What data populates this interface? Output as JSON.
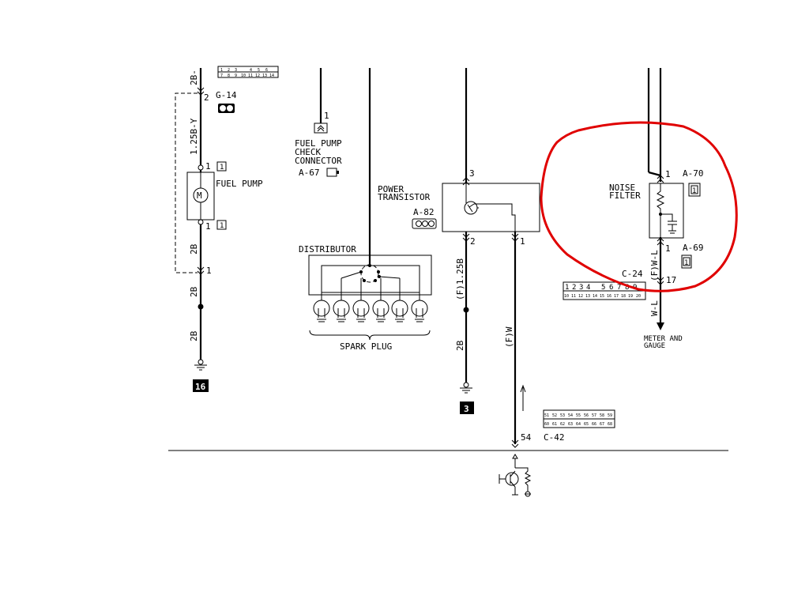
{
  "ground_left": {
    "code": "16"
  },
  "ground_mid": {
    "code": "3"
  },
  "left_circuit": {
    "wire_top": "2B-",
    "wire_upper": "1.25B-Y",
    "wire_mid": "2B",
    "wire_low1": "2B",
    "wire_low2": "2B",
    "pin_2": "2",
    "pin_1a": "1",
    "pin_1b": "1",
    "pin_1c": "1",
    "pin_box_a": "1",
    "pin_box_b": "1",
    "connector_code": "G-14",
    "fuel_pump_label": "FUEL PUMP",
    "motor_symbol": "M",
    "top_block_row1": [
      "1",
      "2",
      "3",
      "4",
      "5",
      "6"
    ],
    "top_block_row2": [
      "7",
      "8",
      "9",
      "10",
      "11",
      "12",
      "13",
      "14"
    ]
  },
  "fuel_pump_check": {
    "pin": "1",
    "label_line1": "FUEL PUMP",
    "label_line2": "CHECK",
    "label_line3": "CONNECTOR",
    "code": "A-67"
  },
  "distributor": {
    "label": "DISTRIBUTOR",
    "spark_plug_label": "SPARK PLUG"
  },
  "power_transistor": {
    "label_line1": "POWER",
    "label_line2": "TRANSISTOR",
    "code": "A-82",
    "pin_top": "3",
    "pin_bottom_left": "2",
    "pin_bottom_right": "1",
    "wire_left": "(F)1.25B",
    "wire_left_low": "2B",
    "wire_right": "(F)W"
  },
  "noise_filter": {
    "label_line1": "NOISE",
    "label_line2": "FILTER",
    "pin_top": "1",
    "pin_bottom": "1",
    "code_top": "A-70",
    "code_bottom": "A-69",
    "connector_top": "1",
    "connector_bottom": "1",
    "wire": "(F)W-L",
    "wire_low": "W-L"
  },
  "connector_c24": {
    "code": "C-24",
    "pin": "17",
    "row1": [
      "1",
      "2",
      "3",
      "4",
      "5",
      "6",
      "7",
      "8",
      "9"
    ],
    "row2": [
      "10",
      "11",
      "12",
      "13",
      "14",
      "15",
      "16",
      "17",
      "18",
      "19",
      "20"
    ]
  },
  "meter_gauge": {
    "line1": "METER AND",
    "line2": "GAUGE"
  },
  "connector_c42": {
    "code": "C-42",
    "pin": "54",
    "row1": [
      "51",
      "52",
      "53",
      "54",
      "55",
      "56",
      "57",
      "58",
      "59"
    ],
    "row2": [
      "60",
      "61",
      "62",
      "63",
      "64",
      "65",
      "66",
      "67",
      "68"
    ]
  }
}
